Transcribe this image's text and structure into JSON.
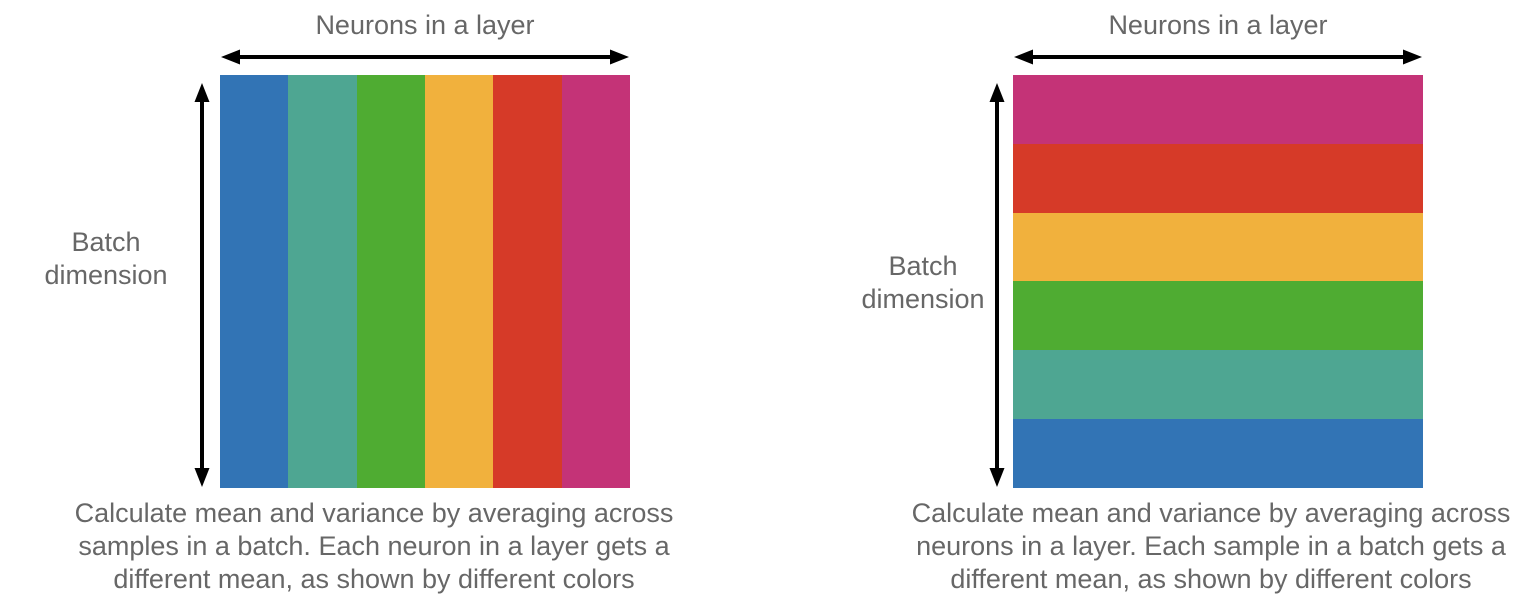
{
  "figures": [
    {
      "id": "batch-normalization",
      "top_label": "Neurons in a layer",
      "side_label": "Batch\ndimension",
      "caption": "Calculate mean and variance by averaging across\nsamples in a batch. Each neuron in a layer gets a\ndifferent mean, as shown by different colors",
      "stripe_orientation": "vertical",
      "stripe_colors": [
        "#3274B5",
        "#4EA692",
        "#4FAC32",
        "#F1B13D",
        "#D63A28",
        "#C43377"
      ]
    },
    {
      "id": "layer-normalization",
      "top_label": "Neurons in a layer",
      "side_label": "Batch\ndimension",
      "caption": "Calculate mean and variance by averaging across\nneurons in a layer. Each sample in a batch gets a\ndifferent mean, as shown by different colors",
      "stripe_orientation": "horizontal",
      "stripe_colors": [
        "#C43377",
        "#D63A28",
        "#F1B13D",
        "#4FAC32",
        "#4EA692",
        "#3274B5"
      ]
    }
  ],
  "icons": {
    "horizontal_double_arrow": "↔",
    "vertical_double_arrow": "↕"
  },
  "colors": {
    "label_text": "#676767",
    "arrow": "#000000",
    "background": "#ffffff"
  }
}
